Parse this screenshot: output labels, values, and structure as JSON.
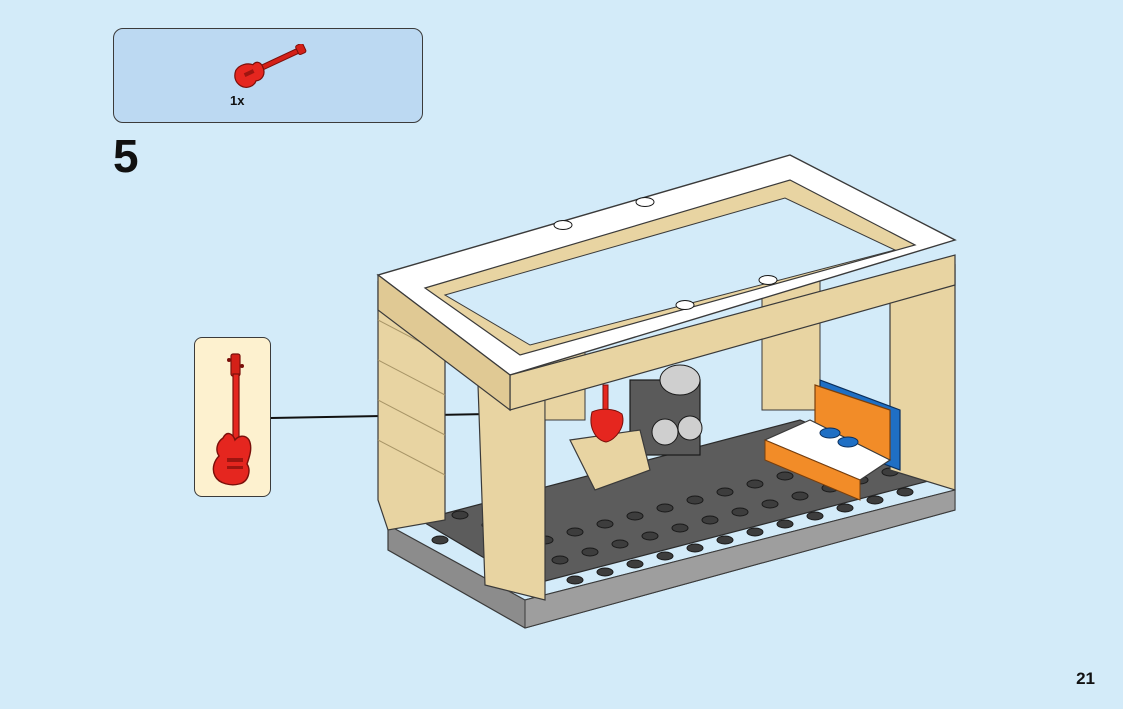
{
  "step": {
    "number": "5",
    "parts": [
      {
        "name": "red-electric-guitar",
        "quantity": "1x",
        "color": "#e5261f"
      }
    ]
  },
  "page": {
    "number": "21"
  },
  "colors": {
    "background": "#d3ebf9",
    "parts_box": "#bcd9f2",
    "callout_box": "#fdf1cf",
    "tan_brick": "#e8d4a2",
    "white_tile": "#ffffff",
    "gray_plate": "#5a5a5a",
    "orange": "#f28c28",
    "blue": "#1f6fc4",
    "red": "#e5261f"
  }
}
